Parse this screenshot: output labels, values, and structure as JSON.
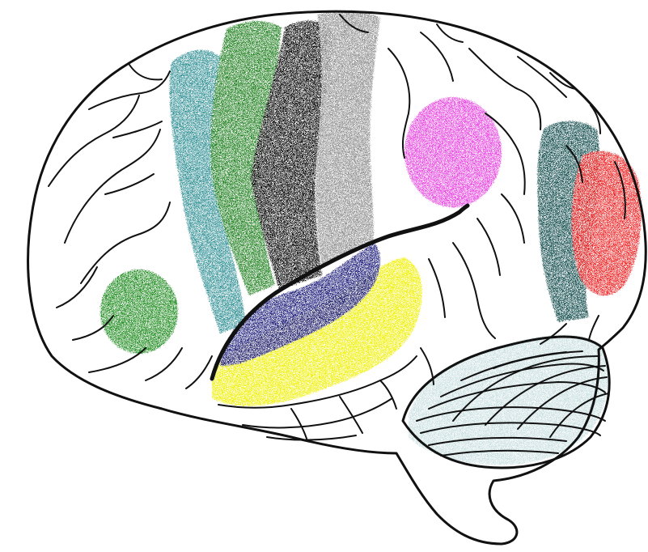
{
  "diagram": {
    "background": "#ffffff",
    "outline_color": "#111111",
    "regions": [
      {
        "name": "prefrontal-spot",
        "color": "#1a8a1a"
      },
      {
        "name": "premotor-strip-teal",
        "color": "#2f8f93"
      },
      {
        "name": "precentral-strip-green",
        "color": "#1f7f1f"
      },
      {
        "name": "central-strip-black",
        "color": "#050505"
      },
      {
        "name": "postcentral-strip-gray",
        "color": "#8e8e8e"
      },
      {
        "name": "parietal-spot-magenta",
        "color": "#e83fe0"
      },
      {
        "name": "temporal-band-navy",
        "color": "#141478"
      },
      {
        "name": "temporal-band-yellow",
        "color": "#f0f000"
      },
      {
        "name": "occipital-band-darkteal",
        "color": "#0d4a4a"
      },
      {
        "name": "occipital-spot-red",
        "color": "#ee1b1b"
      },
      {
        "name": "cerebellum-fill",
        "color": "#c8dfe0"
      }
    ]
  }
}
